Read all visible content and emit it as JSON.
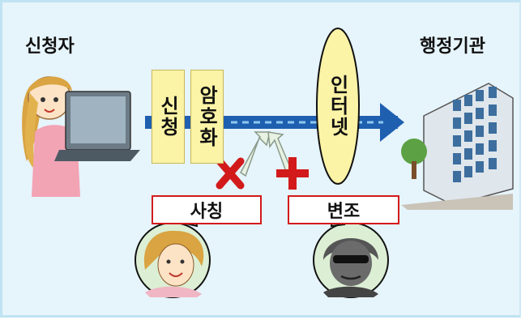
{
  "labels": {
    "applicant": "신청자",
    "agency": "행정기관",
    "apply": "신청",
    "encrypt": "암호화",
    "internet": "인터넷",
    "impersonation": "사칭",
    "tampering": "변조"
  },
  "colors": {
    "background": "#e6f4fb",
    "arrow": "#1f5fb0",
    "threat": "#d21a1a",
    "box": "#fbf3a6",
    "panel": "#f7d9ad"
  },
  "icons": {
    "applicant": "woman-with-laptop",
    "agency": "office-building",
    "impersonator": "woman-face",
    "tamperer": "masked-man-face"
  }
}
